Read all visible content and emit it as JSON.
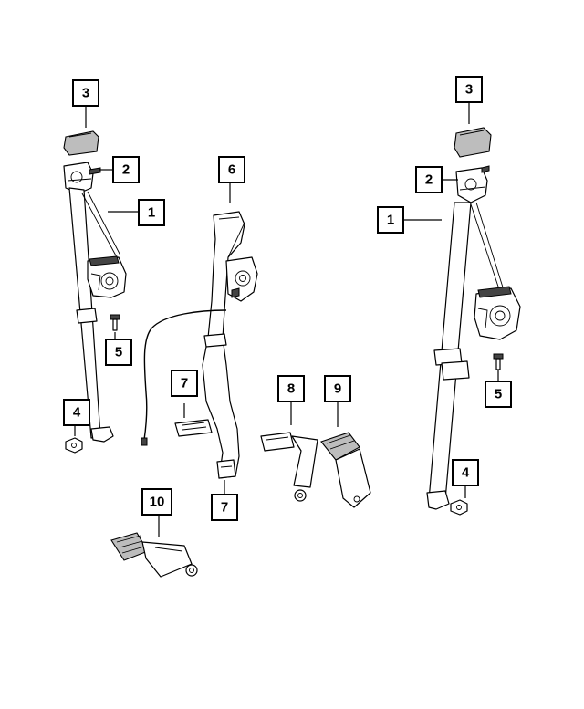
{
  "callouts": {
    "left_trim_cover": "3",
    "left_bolt_top": "2",
    "left_belt": "1",
    "left_bolt_side": "5",
    "left_nut": "4",
    "center_belt": "6",
    "center_buckle": "7",
    "center_lower": "7",
    "buckle_8": "8",
    "buckle_9": "9",
    "buckle_10": "10",
    "right_trim_cover": "3",
    "right_bolt_top": "2",
    "right_belt": "1",
    "right_bolt_side": "5",
    "right_nut": "4"
  }
}
